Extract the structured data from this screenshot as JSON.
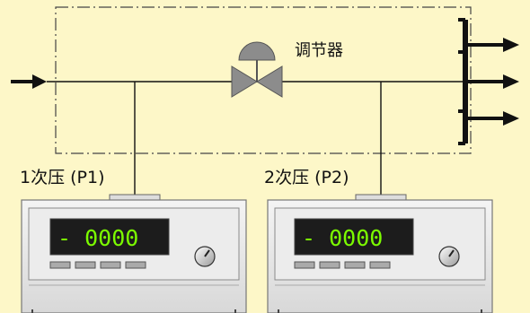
{
  "regulator": {
    "label": "调节器"
  },
  "gauges": [
    {
      "label": "1次压 (P1)",
      "display": "- 0000"
    },
    {
      "label": "2次压 (P2)",
      "display": "- 0000"
    }
  ],
  "colors": {
    "background": "#FDF7C8",
    "line": "#111111",
    "valve": "#888888",
    "display_bg": "#1c1c1c",
    "display_digits": "#7CFC00",
    "instrument_panel": "#e8e8e8"
  }
}
